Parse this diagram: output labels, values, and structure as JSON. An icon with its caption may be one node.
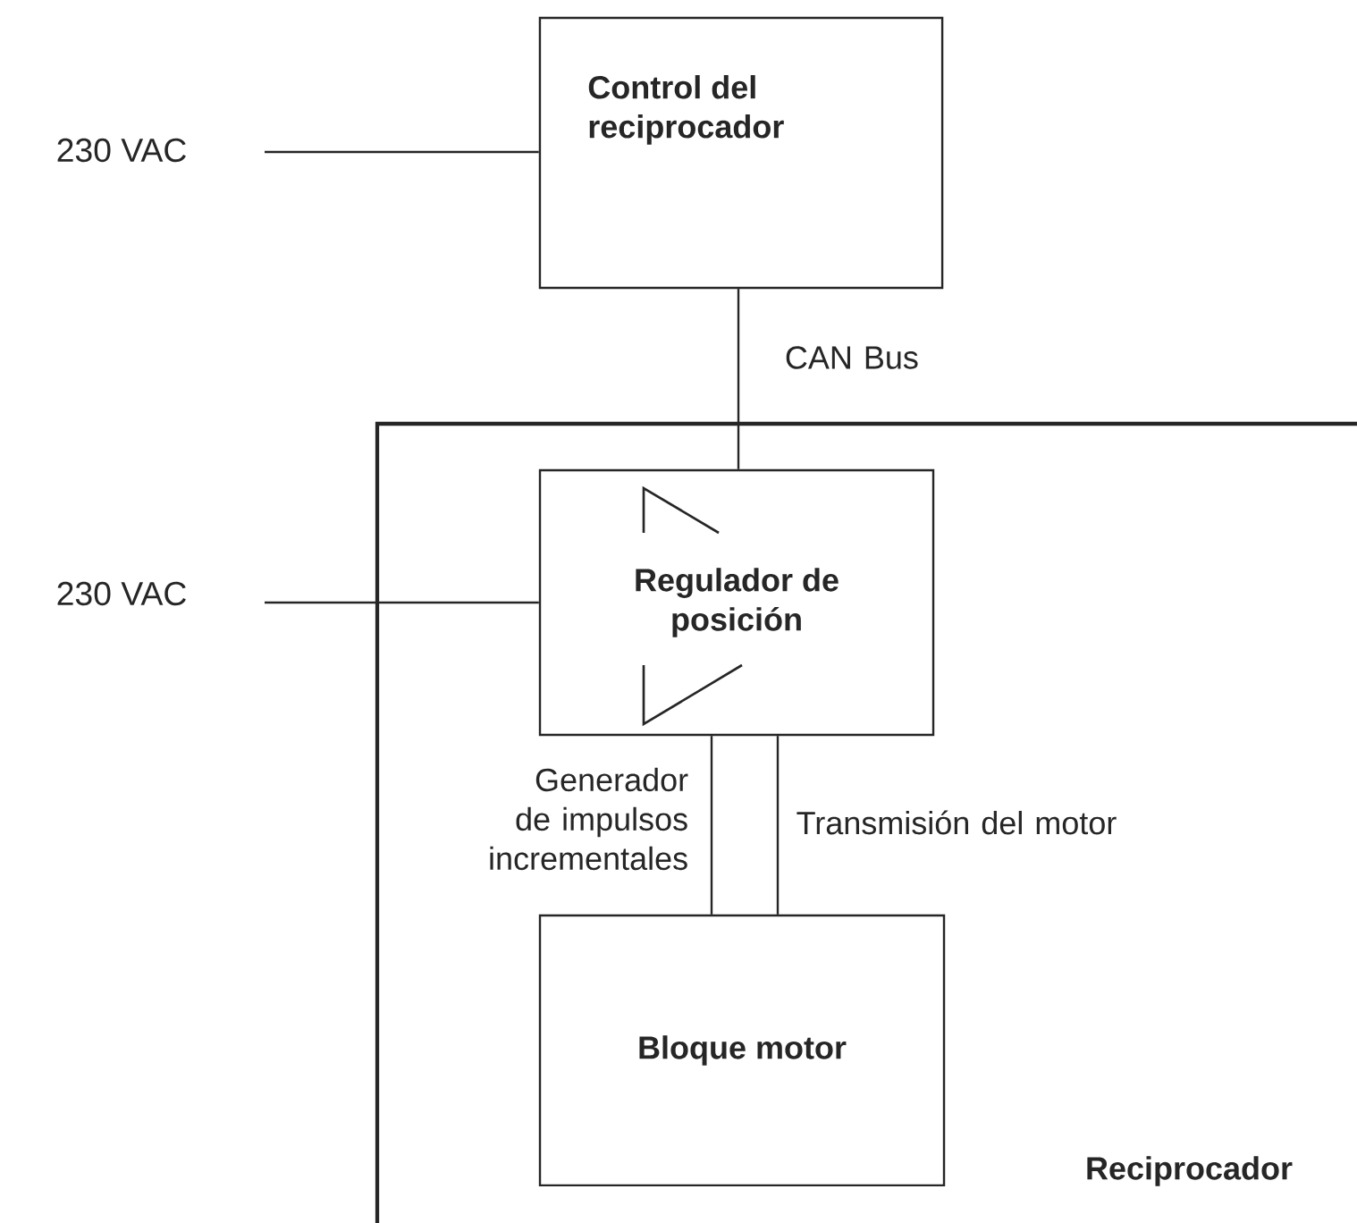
{
  "diagram": {
    "nodes": [
      {
        "text": [
          "Control del reciprocador"
        ]
      },
      {
        "text": [
          "230 VAC"
        ]
      },
      {
        "text": [
          "Reciprocador"
        ]
      },
      {
        "text": [
          "Regulador de posición"
        ],
        "in": 2
      },
      {
        "text": [
          "230 VAC"
        ]
      },
      {
        "text": [
          "Bloque motor"
        ],
        "in": 2
      }
    ],
    "edges": [
      {
        "from": 1,
        "to": 0,
        "arrow": "none"
      },
      {
        "from": 0,
        "to": 3,
        "arrow": "none",
        "label": "CAN Bus"
      },
      {
        "from": 4,
        "to": 3,
        "arrow": "none"
      },
      {
        "from": 3,
        "to": 5,
        "arrow": "none",
        "label": "Generador de impulsos incrementales"
      },
      {
        "from": 3,
        "to": 5,
        "arrow": "none",
        "label": "Transmisión del motor"
      }
    ]
  }
}
